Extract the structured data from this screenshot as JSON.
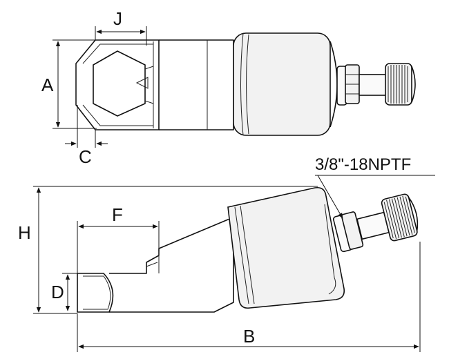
{
  "labels": {
    "J": "J",
    "A": "A",
    "C": "C",
    "H": "H",
    "F": "F",
    "D": "D",
    "B": "B"
  },
  "thread_spec": "3/8\"-18NPTF",
  "colors": {
    "line": "#111111",
    "body_fill": "#f2f2f2",
    "background": "#ffffff"
  }
}
